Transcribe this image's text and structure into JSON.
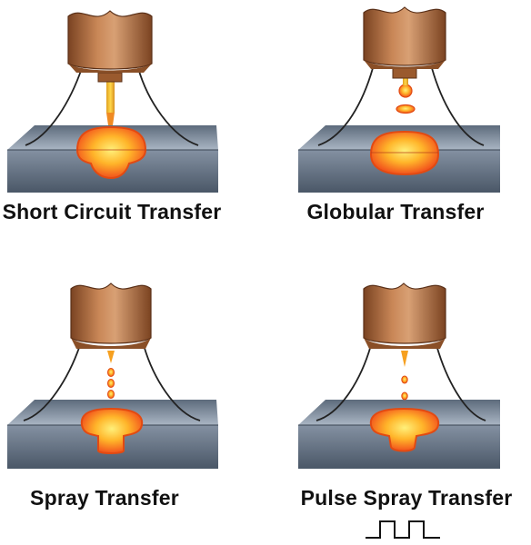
{
  "panels": [
    {
      "id": "short-circuit",
      "label": "Short Circuit Transfer"
    },
    {
      "id": "globular",
      "label": "Globular Transfer"
    },
    {
      "id": "spray",
      "label": "Spray Transfer"
    },
    {
      "id": "pulse-spray",
      "label": "Pulse Spray Transfer"
    }
  ],
  "colors": {
    "torch_copper": "#b8703f",
    "plate_steel": "#6f7f92",
    "molten_core": "#ffd23a",
    "molten_edge": "#f24a12"
  }
}
